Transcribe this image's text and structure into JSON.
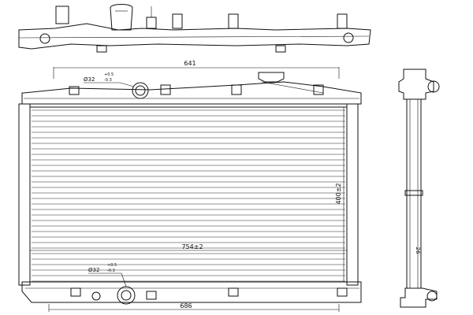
{
  "drawing": {
    "dimensions": {
      "tank_span": "641",
      "core_height": "400±2",
      "core_width": "754±2",
      "overall_width": "686",
      "core_thickness": "26",
      "inlet_diameter": {
        "base": "Ø32",
        "upper_tol": "+0.5",
        "lower_tol": "-0.3"
      },
      "outlet_diameter": {
        "base": "Ø32",
        "upper_tol": "+0.5",
        "lower_tol": "-0.3"
      }
    }
  }
}
